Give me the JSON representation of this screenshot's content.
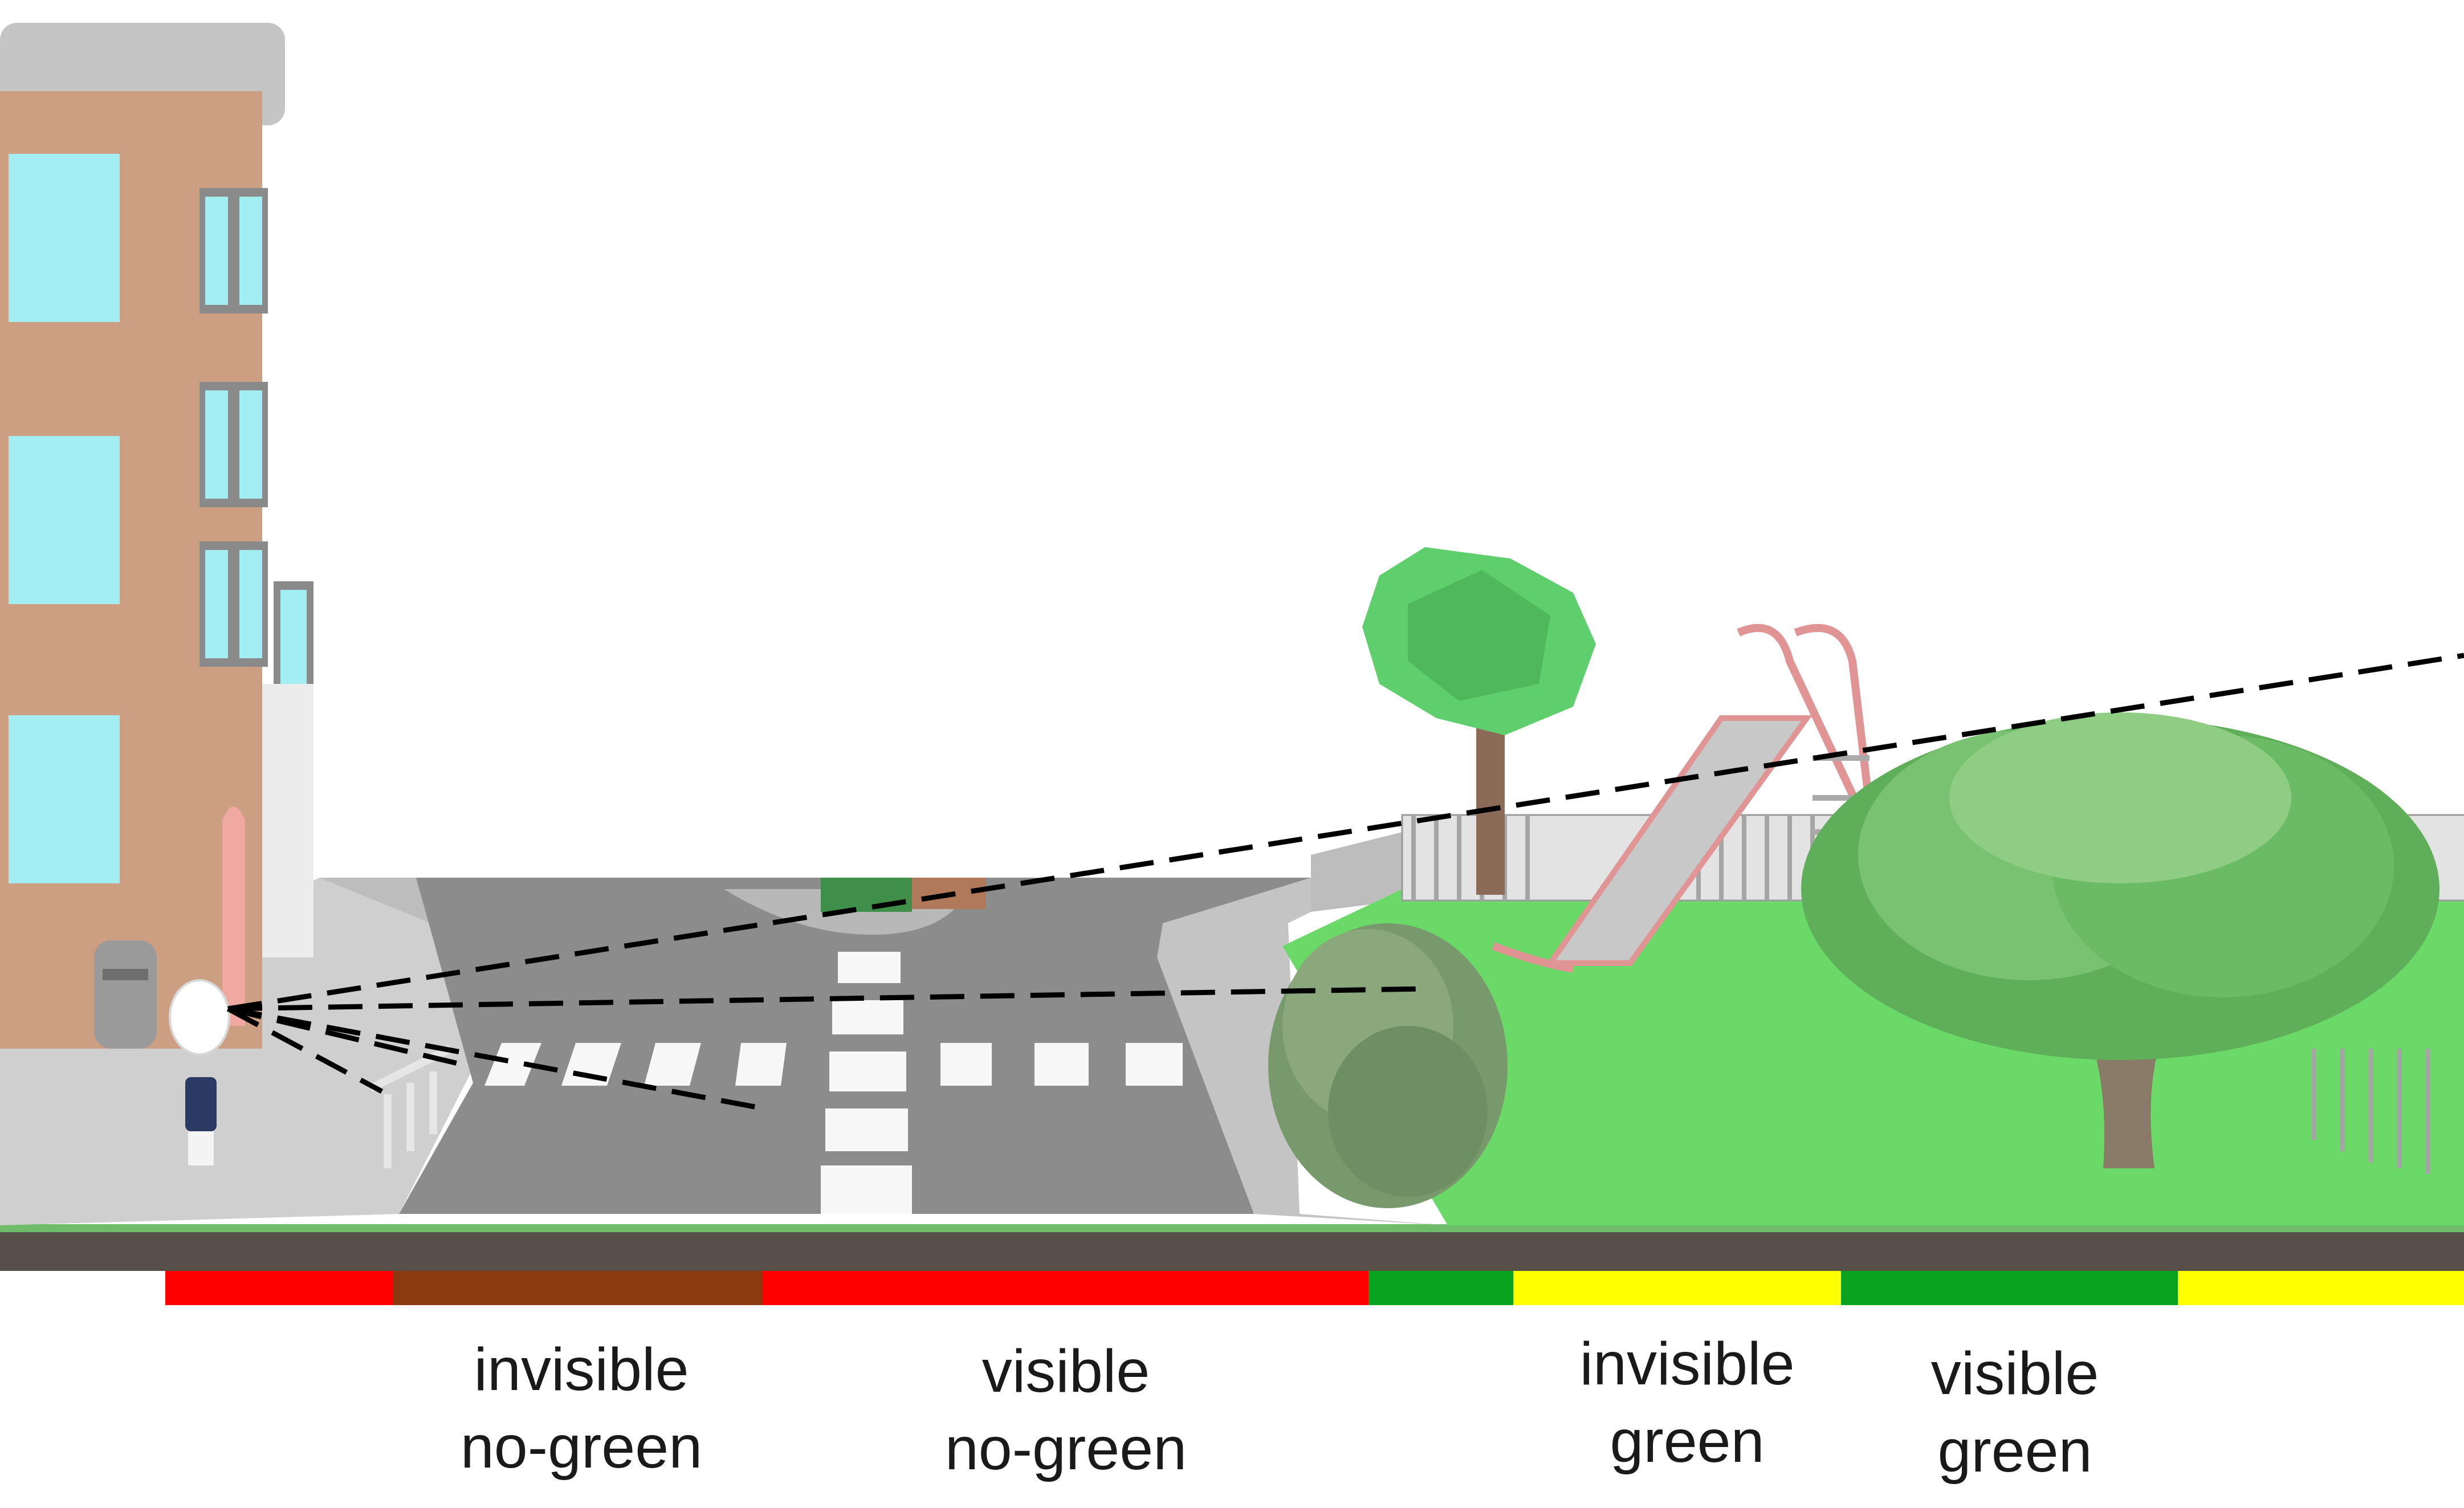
{
  "colors": {
    "red": "#ff0000",
    "brown": "#8b3a0f",
    "green": "#0aa31f",
    "yellow": "#ffff00",
    "grass": "#6bd968",
    "road": "#8a8a8a",
    "building": "#cc9f82",
    "window": "#a2eef3"
  },
  "icons": [
    "building-icon",
    "mailbox-icon",
    "pedestrian-icon",
    "crosswalk-icon",
    "tree-icon",
    "bush-icon",
    "slide-icon",
    "fence-icon"
  ],
  "legend": {
    "invisible_no_green": {
      "line1": "invisible",
      "line2": "no-green"
    },
    "visible_no_green": {
      "line1": "visible",
      "line2": "no-green"
    },
    "invisible_green": {
      "line1": "invisible",
      "line2": "green"
    },
    "visible_green": {
      "line1": "visible",
      "line2": "green"
    }
  }
}
